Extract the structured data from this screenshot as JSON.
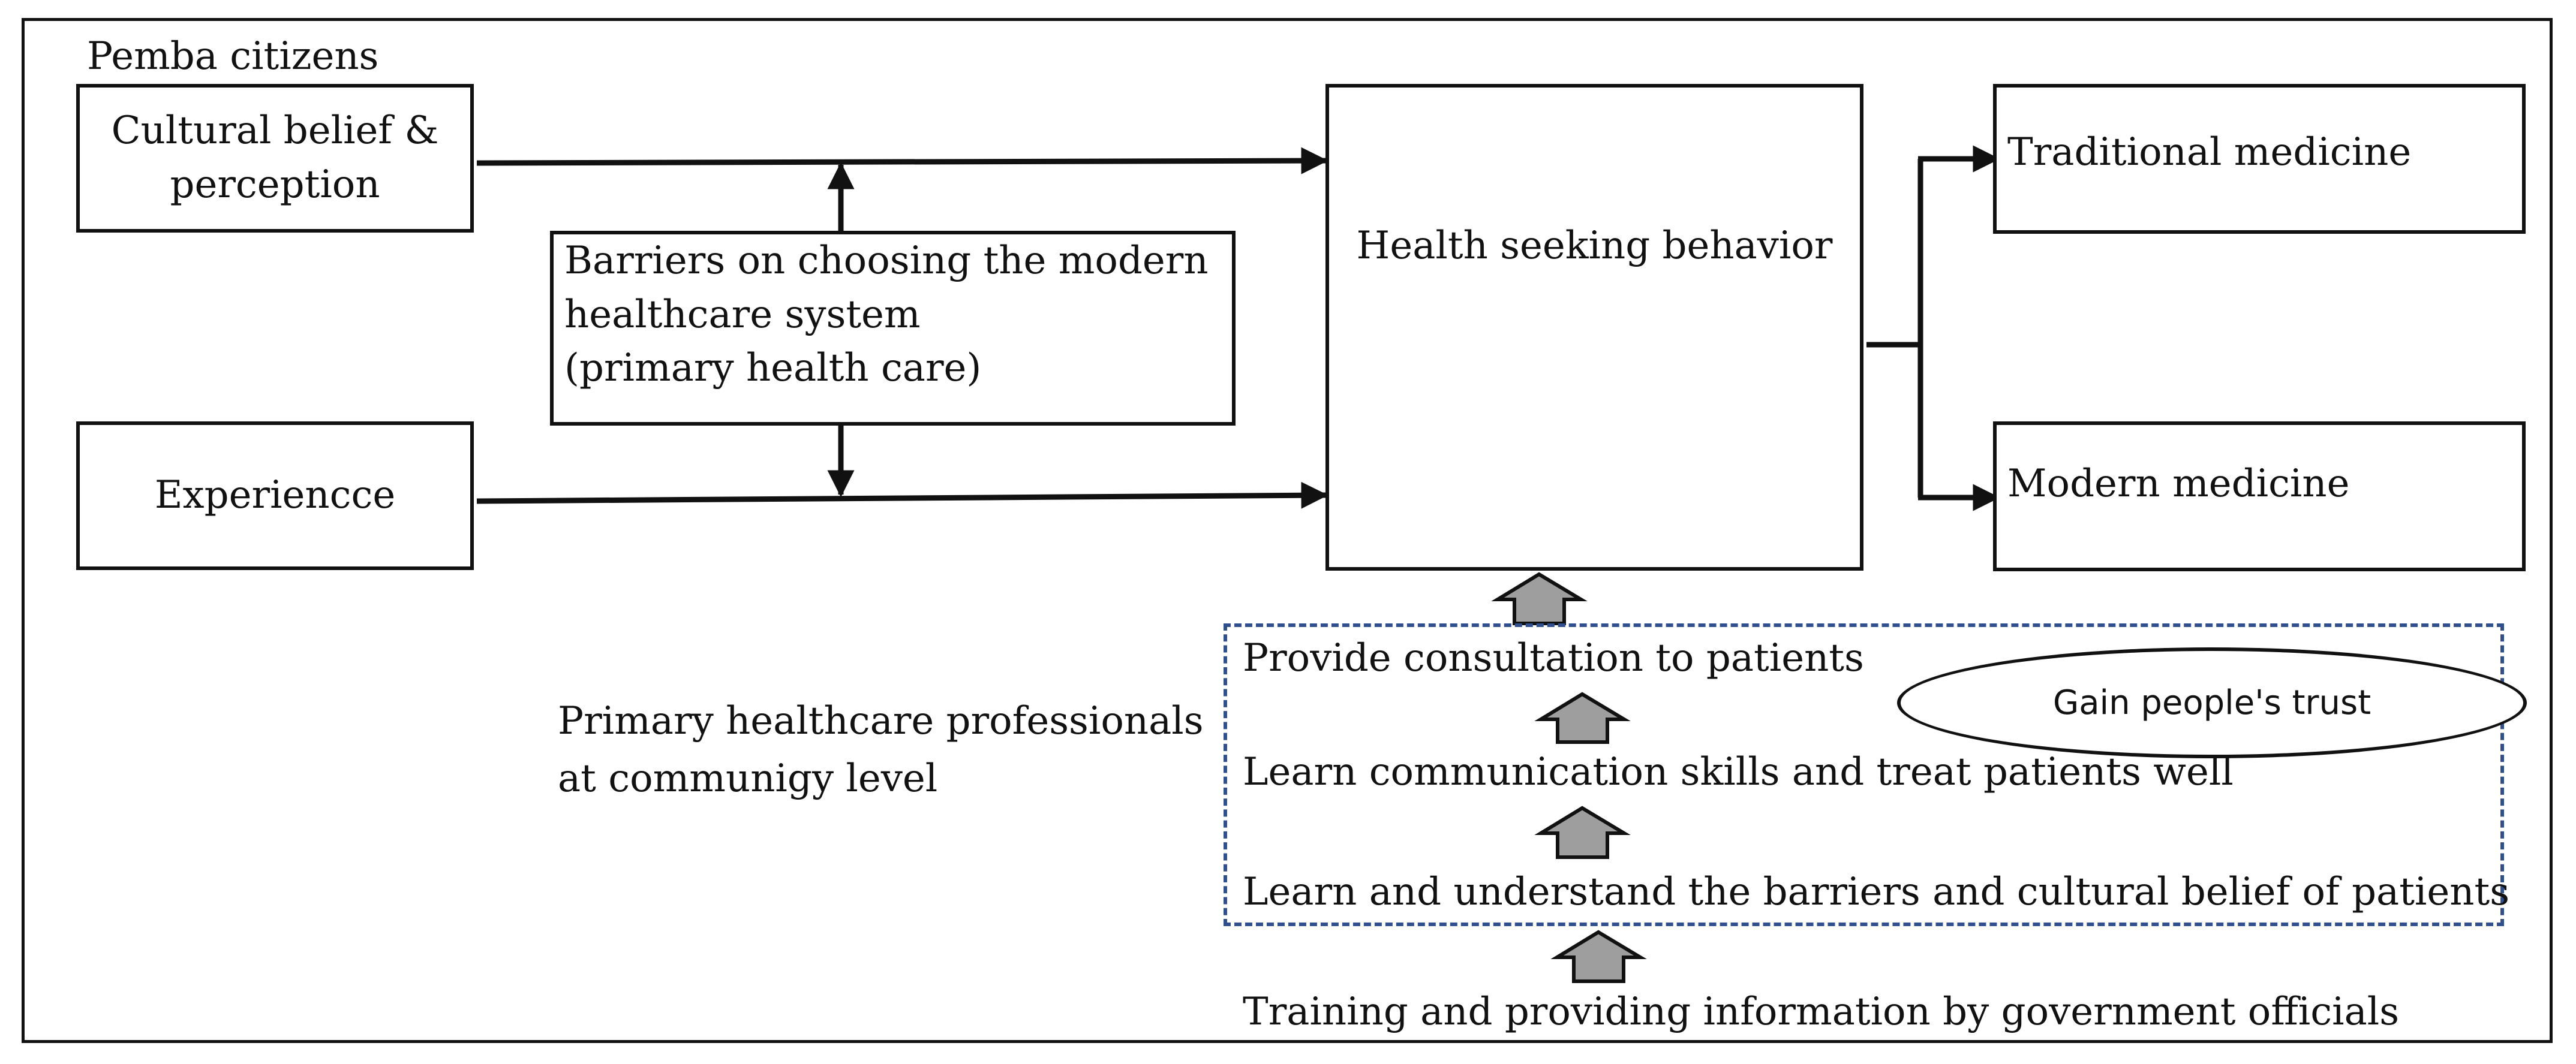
{
  "labels": {
    "population": "Pemba citizens",
    "cultural": "Cultural belief & perception",
    "experience": "Experiencce",
    "barriers_l1": "Barriers on choosing the modern",
    "barriers_l2": "healthcare system",
    "barriers_l3": "(primary health care)",
    "health_seeking": "Health seeking behavior",
    "traditional": "Traditional medicine",
    "modern": "Modern medicine",
    "professionals_l1": "Primary healthcare professionals",
    "professionals_l2": "at communigy level",
    "step_consultation": "Provide consultation to patients",
    "step_communication": "Learn communication skills and treat patients well",
    "step_understand": "Learn and understand the barriers and cultural belief of patients",
    "step_training": "Training and providing information by government officials",
    "trust": "Gain people's  trust"
  },
  "colors": {
    "line": "#111111",
    "dashed_border": "#2f4f8f",
    "block_arrow_fill": "#9e9e9e"
  }
}
